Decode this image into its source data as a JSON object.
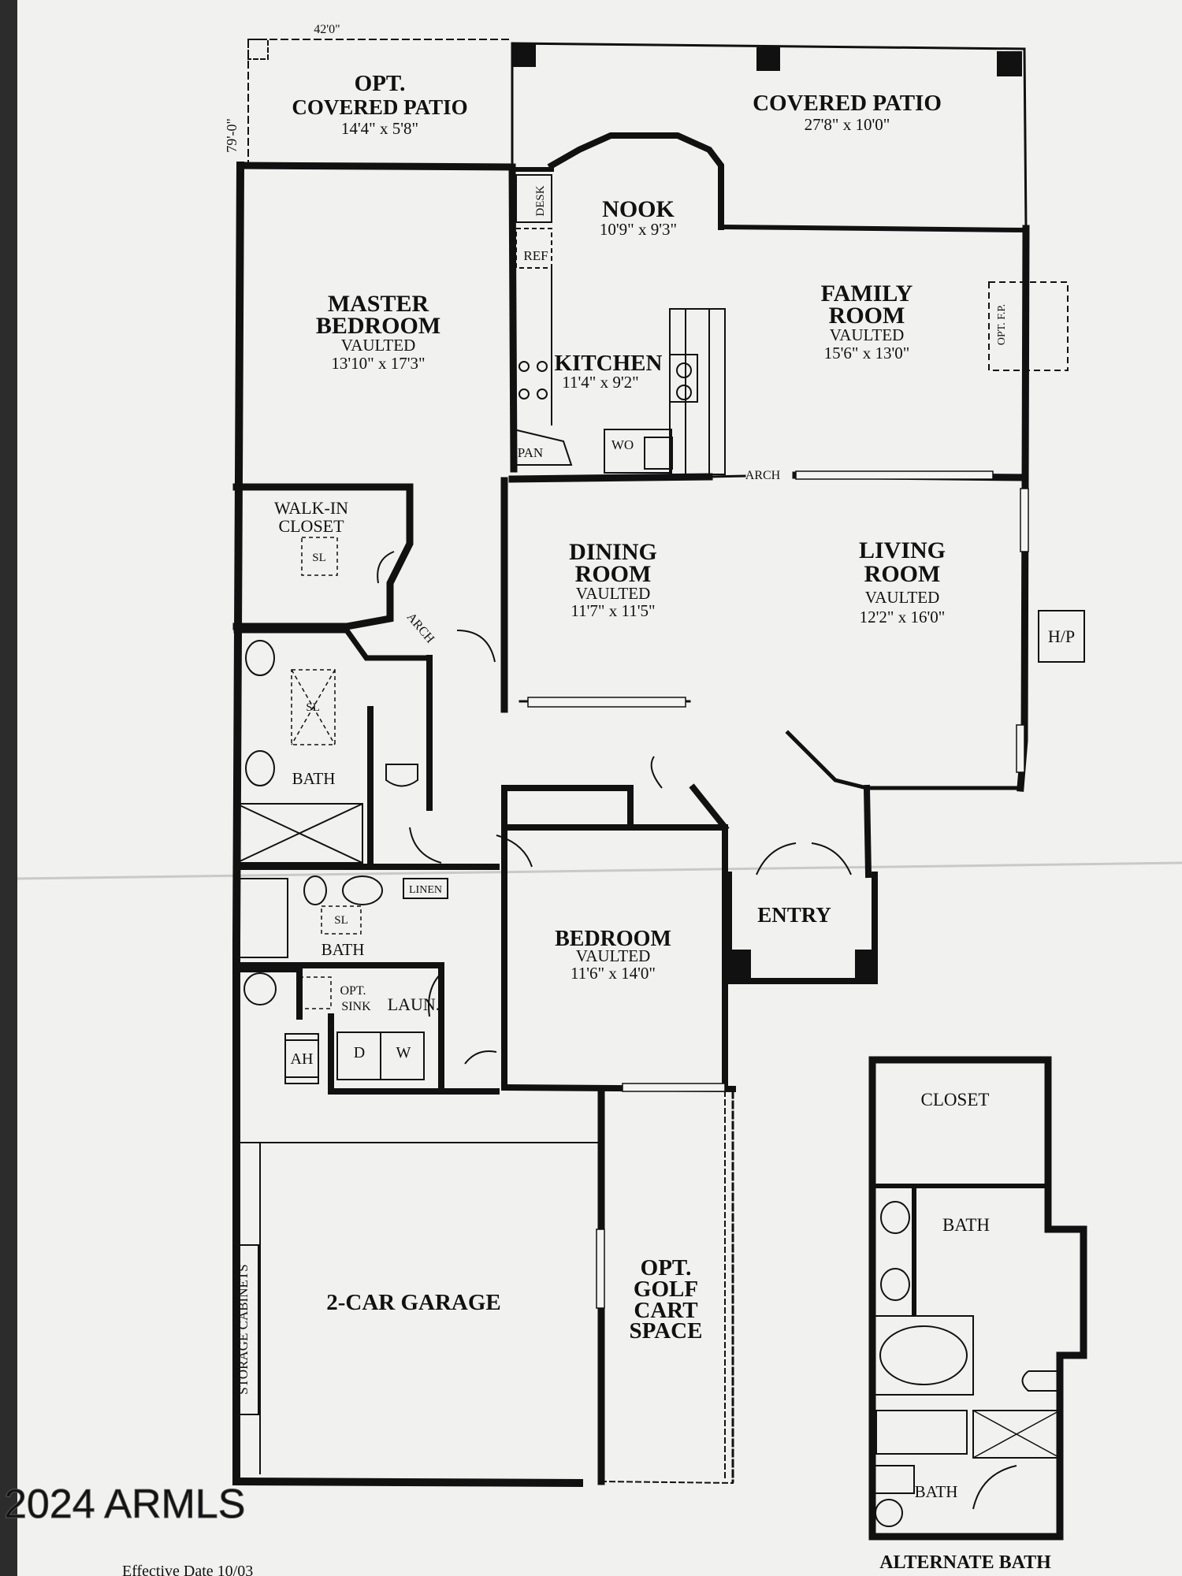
{
  "plan": {
    "dimension_width": "42'0\"",
    "dimension_depth": "79'-0\"",
    "rooms": {
      "opt_patio": {
        "name1": "OPT.",
        "name2": "COVERED PATIO",
        "size": "14'4\" x 5'8\""
      },
      "covered_patio": {
        "name": "COVERED PATIO",
        "size": "27'8\" x 10'0\""
      },
      "nook": {
        "name": "NOOK",
        "size": "10'9\" x 9'3\""
      },
      "family_room": {
        "name1": "FAMILY",
        "name2": "ROOM",
        "note": "VAULTED",
        "size": "15'6\" x 13'0\""
      },
      "master_bedroom": {
        "name1": "MASTER",
        "name2": "BEDROOM",
        "note": "VAULTED",
        "size": "13'10\" x 17'3\""
      },
      "kitchen": {
        "name": "KITCHEN",
        "size": "11'4\" x 9'2\""
      },
      "walkin_closet": {
        "name1": "WALK-IN",
        "name2": "CLOSET"
      },
      "dining_room": {
        "name1": "DINING",
        "name2": "ROOM",
        "note": "VAULTED",
        "size": "11'7\" x 11'5\""
      },
      "living_room": {
        "name1": "LIVING",
        "name2": "ROOM",
        "note": "VAULTED",
        "size": "12'2\" x 16'0\""
      },
      "master_bath": {
        "name": "BATH"
      },
      "bath2": {
        "name": "BATH"
      },
      "bedroom": {
        "name": "BEDROOM",
        "note": "VAULTED",
        "size": "11'6\" x 14'0\""
      },
      "entry": {
        "name": "ENTRY"
      },
      "laundry": {
        "name": "LAUN."
      },
      "garage": {
        "name": "2-CAR GARAGE"
      },
      "golf_cart": {
        "line1": "OPT.",
        "line2": "GOLF",
        "line3": "CART",
        "line4": "SPACE"
      }
    },
    "labels": {
      "desk": "DESK",
      "ref": "REF",
      "pan": "PAN",
      "wo": "WO",
      "arch": "ARCH",
      "opt_fp": "OPT. F.P.",
      "hp": "H/P",
      "sl": "SL",
      "linen": "LINEN",
      "opt_sink1": "OPT.",
      "opt_sink2": "SINK",
      "ah": "AH",
      "dryer": "D",
      "washer": "W",
      "storage_cabinets": "STORAGE CABINETS"
    },
    "alternate_bath": {
      "closet": "CLOSET",
      "bath_upper": "BATH",
      "bath_lower": "BATH",
      "title": "ALTERNATE BATH"
    },
    "footer_text": "Effective Date 10/03"
  },
  "watermark": "2024 ARMLS"
}
